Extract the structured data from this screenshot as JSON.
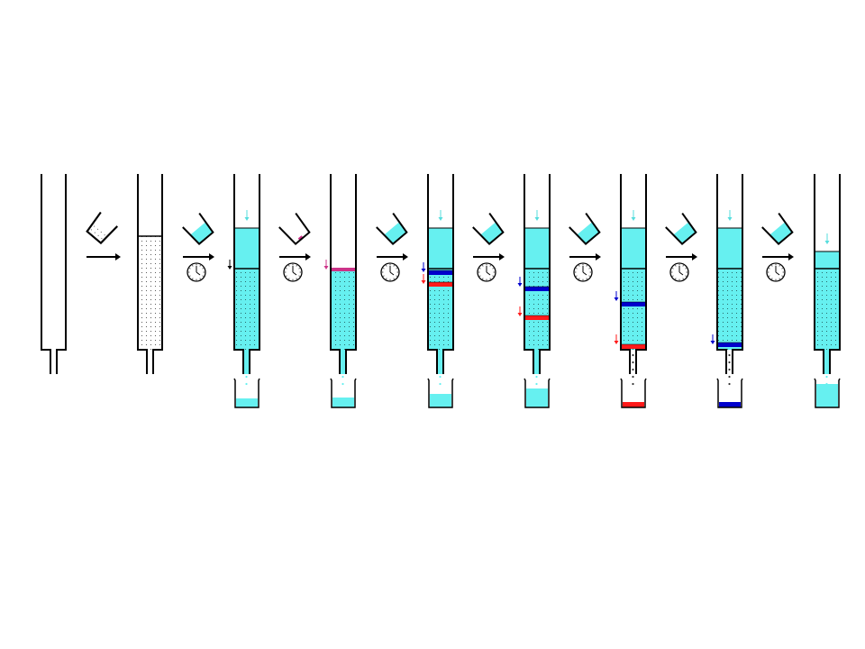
{
  "diagram": {
    "colors": {
      "background": "#ffffff",
      "outline": "#000000",
      "eluent": "#66f0f0",
      "packing_dots": "#333333",
      "band_red": "#ff1a1a",
      "band_blue": "#0000cc",
      "band_purple": "#cc3388",
      "arrow_cyan": "#55dddd"
    },
    "steps": [
      {
        "column": "empty-column",
        "transition": "none"
      },
      {
        "column": "dry-packed-column",
        "transition": "arrow",
        "action_icon": "beaker-pour-powder-icon"
      },
      {
        "column": "solvent-filled-column",
        "transition": "arrow-clock",
        "action_icon": "beaker-pour-solvent-icon"
      },
      {
        "column": "sample-loaded-column",
        "transition": "arrow-clock",
        "action_icon": "beaker-pour-sample-icon"
      },
      {
        "column": "bands-separating-column",
        "transition": "arrow-clock",
        "action_icon": "beaker-pour-solvent-icon"
      },
      {
        "column": "bands-migrating-column",
        "transition": "arrow-clock",
        "action_icon": "beaker-pour-solvent-icon"
      },
      {
        "column": "red-eluting-column",
        "transition": "arrow-clock",
        "action_icon": "beaker-pour-solvent-icon"
      },
      {
        "column": "blue-eluting-column",
        "transition": "arrow-clock",
        "action_icon": "beaker-pour-solvent-icon"
      },
      {
        "column": "final-column",
        "transition": "arrow-clock",
        "action_icon": "beaker-pour-solvent-icon"
      }
    ],
    "icons": [
      "beaker-pour-icon",
      "clock-icon",
      "flow-arrow-icon",
      "collection-beaker-icon"
    ]
  }
}
